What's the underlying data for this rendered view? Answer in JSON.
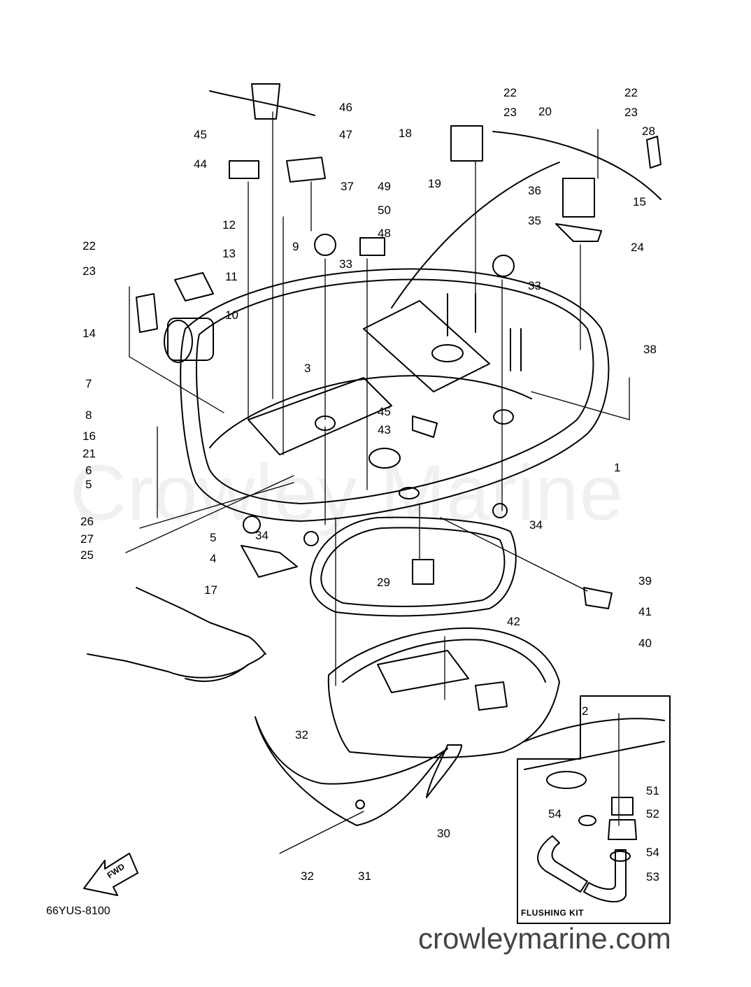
{
  "watermark": "Crowley Marine",
  "drawing_code": "66YUS-8100",
  "website": "crowleymarine.com",
  "inset_title": "FLUSHING KIT",
  "fwd_label": "FWD",
  "callouts": [
    "1",
    "2",
    "3",
    "4",
    "5",
    "5",
    "6",
    "7",
    "8",
    "9",
    "10",
    "11",
    "12",
    "13",
    "14",
    "15",
    "16",
    "17",
    "18",
    "19",
    "20",
    "21",
    "22",
    "22",
    "22",
    "23",
    "23",
    "23",
    "24",
    "25",
    "26",
    "27",
    "28",
    "29",
    "30",
    "31",
    "32",
    "32",
    "33",
    "33",
    "34",
    "34",
    "35",
    "36",
    "37",
    "38",
    "39",
    "40",
    "41",
    "42",
    "43",
    "44",
    "45",
    "45",
    "46",
    "47",
    "48",
    "49",
    "50",
    "51",
    "52",
    "53",
    "54",
    "54"
  ]
}
